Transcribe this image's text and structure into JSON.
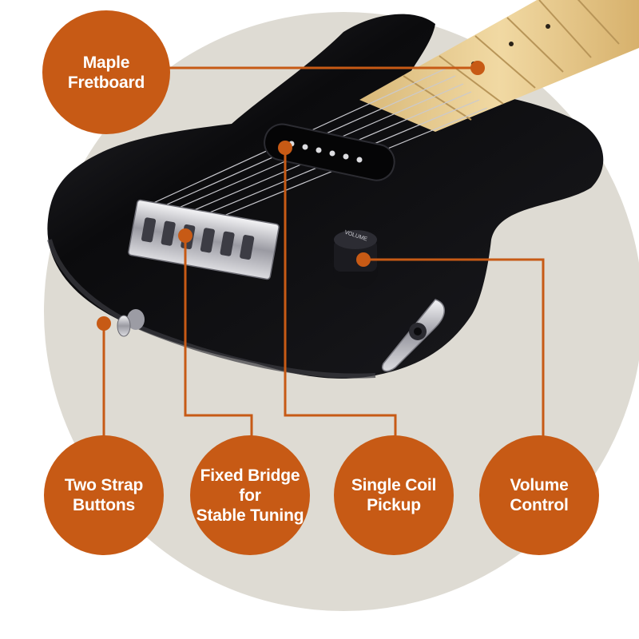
{
  "colors": {
    "accent": "#c75a15",
    "backdrop": "#dedbd3",
    "guitar_body": "#0d0d0f",
    "fretboard": "#e5c98f"
  },
  "callouts": {
    "maple_fretboard": {
      "line1": "Maple",
      "line2": "Fretboard"
    },
    "two_strap_buttons": {
      "line1": "Two Strap",
      "line2": "Buttons"
    },
    "fixed_bridge": {
      "line1": "Fixed Bridge for",
      "line2": "Stable Tuning"
    },
    "single_coil_pickup": {
      "line1": "Single Coil",
      "line2": "Pickup"
    },
    "volume_control": {
      "line1": "Volume",
      "line2": "Control"
    }
  },
  "knob_label": "VOLUME"
}
